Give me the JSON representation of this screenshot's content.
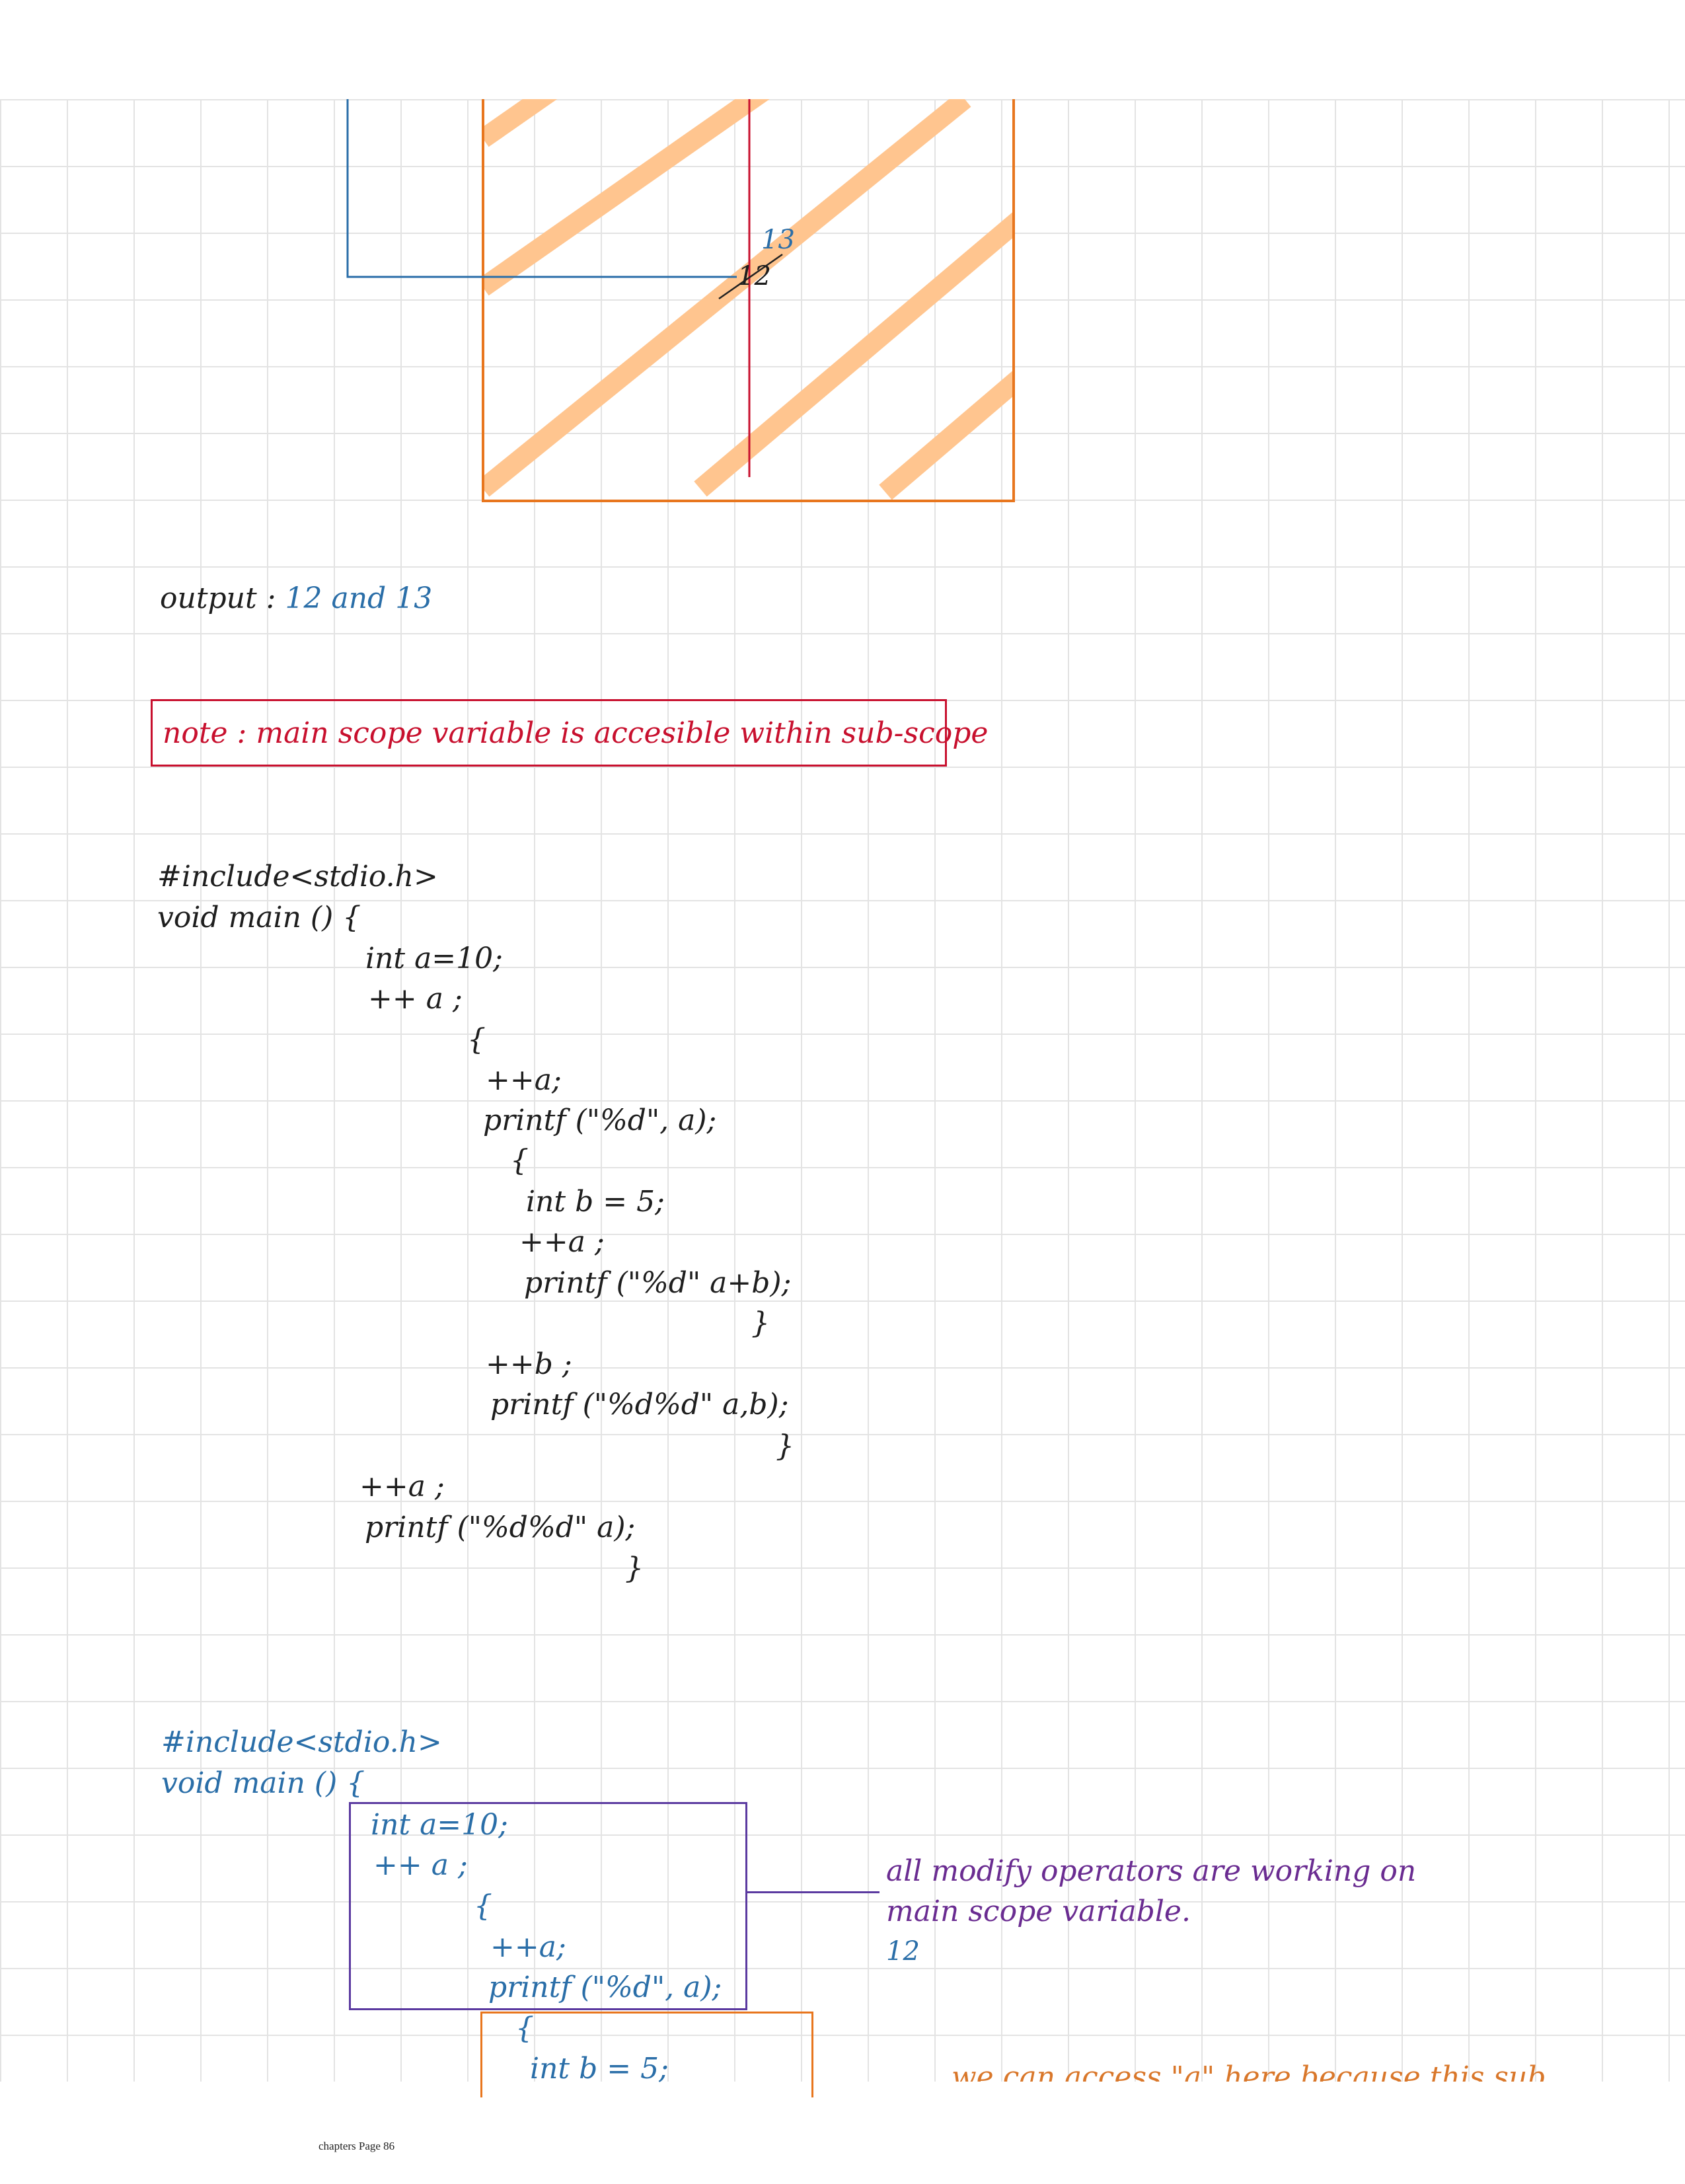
{
  "diagram": {
    "label_new": "13",
    "label_old": "12"
  },
  "output": {
    "label": "output : ",
    "value": "12 and 13"
  },
  "note": "note : main scope variable is accesible within sub-scope",
  "code1": {
    "lines": [
      "#include<stdio.h>",
      "void main () {",
      "int a=10;",
      "++ a ;",
      "{",
      "++a;",
      "printf (\"%d\", a);",
      "{",
      "int b = 5;",
      "++a ;",
      "printf (\"%d\" a+b);",
      "}",
      "++b ;",
      "printf (\"%d%d\" a,b);",
      "}",
      "++a ;",
      "printf (\"%d%d\" a);",
      "}"
    ]
  },
  "code2": {
    "lines": [
      "#include<stdio.h>",
      "void main () {",
      "int a=10;",
      "++ a ;",
      "{",
      "++a;",
      "printf (\"%d\", a);",
      "{",
      "int b = 5;"
    ]
  },
  "annotation1": {
    "line1": "all modify operators are working on",
    "line2": "main scope variable.",
    "value": "12"
  },
  "annotation2": "we can access \"a\" here because this sub-",
  "footer": "chapters Page 86",
  "colors": {
    "orange_box": "#e8761e",
    "stripe": "#ffc58f",
    "blue_line": "#2a6ea8",
    "red_line": "#c8102e",
    "purple_box": "#5b3aa0"
  }
}
